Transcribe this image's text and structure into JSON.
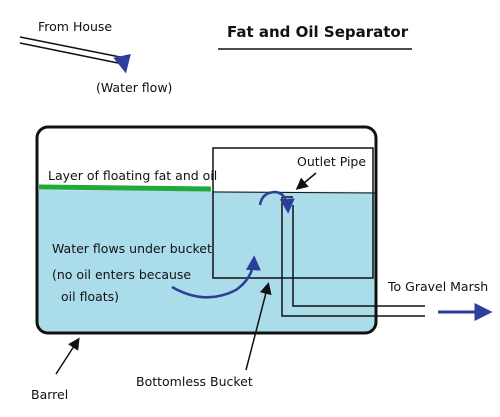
{
  "title": "Fat and Oil Separator",
  "labels": {
    "from_house": "From House",
    "water_flow": "(Water flow)",
    "layer": "Layer of floating fat and oil",
    "outlet_pipe": "Outlet Pipe",
    "water_flows_under": "Water flows under bucket",
    "no_oil_line1": "(no oil enters because",
    "no_oil_line2": "oil floats)",
    "to_gravel_marsh": "To Gravel Marsh",
    "barrel": "Barrel",
    "bottomless_bucket": "Bottomless Bucket"
  },
  "colors": {
    "water": "#aadcea",
    "fat_layer": "#22a93b",
    "arrow": "#2b3e9e",
    "outline": "#111111"
  }
}
